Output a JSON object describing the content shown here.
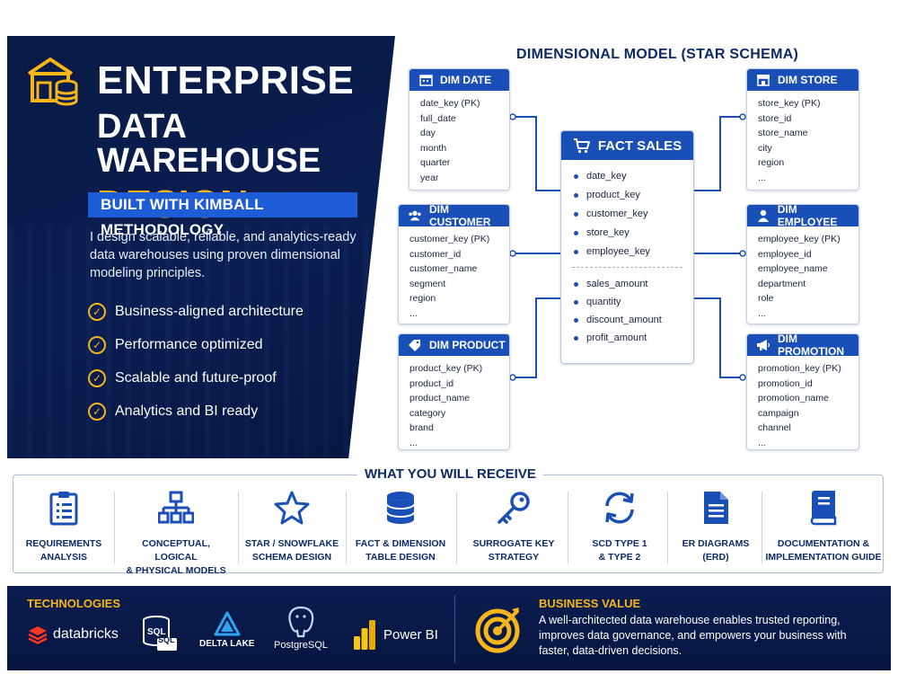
{
  "hero": {
    "title_line1": "ENTERPRISE",
    "title_line2": "DATA WAREHOUSE",
    "title_line3": "DESIGN",
    "subtitle": "BUILT WITH KIMBALL METHODOLOGY",
    "intro": "I design scalable, reliable, and analytics-ready data warehouses using proven dimensional modeling principles.",
    "bullets": [
      "Business-aligned architecture",
      "Performance optimized",
      "Scalable and future-proof",
      "Analytics and BI ready"
    ]
  },
  "schema": {
    "title": "DIMENSIONAL MODEL (STAR SCHEMA)",
    "fact": {
      "name": "FACT SALES",
      "keys": [
        "date_key",
        "product_key",
        "customer_key",
        "store_key",
        "employee_key"
      ],
      "measures": [
        "sales_amount",
        "quantity",
        "discount_amount",
        "profit_amount"
      ]
    },
    "dims": [
      {
        "name": "DIM DATE",
        "icon": "calendar-icon",
        "fields": [
          "date_key (PK)",
          "full_date",
          "day",
          "month",
          "quarter",
          "year"
        ]
      },
      {
        "name": "DIM CUSTOMER",
        "icon": "users-icon",
        "fields": [
          "customer_key (PK)",
          "customer_id",
          "customer_name",
          "segment",
          "region",
          "..."
        ]
      },
      {
        "name": "DIM PRODUCT",
        "icon": "tag-icon",
        "fields": [
          "product_key (PK)",
          "product_id",
          "product_name",
          "category",
          "brand",
          "..."
        ]
      },
      {
        "name": "DIM STORE",
        "icon": "store-icon",
        "fields": [
          "store_key (PK)",
          "store_id",
          "store_name",
          "city",
          "region",
          "..."
        ]
      },
      {
        "name": "DIM EMPLOYEE",
        "icon": "user-icon",
        "fields": [
          "employee_key (PK)",
          "employee_id",
          "employee_name",
          "department",
          "role",
          "..."
        ]
      },
      {
        "name": "DIM PROMOTION",
        "icon": "megaphone-icon",
        "fields": [
          "promotion_key (PK)",
          "promotion_id",
          "promotion_name",
          "campaign",
          "channel",
          "..."
        ]
      }
    ]
  },
  "receive": {
    "title": "WHAT YOU WILL RECEIVE",
    "items": [
      {
        "line1": "REQUIREMENTS",
        "line2": "ANALYSIS",
        "icon": "clipboard-icon"
      },
      {
        "line1": "CONCEPTUAL, LOGICAL",
        "line2": "& PHYSICAL MODELS",
        "icon": "hierarchy-icon"
      },
      {
        "line1": "STAR / SNOWFLAKE",
        "line2": "SCHEMA DESIGN",
        "icon": "star-icon"
      },
      {
        "line1": "FACT & DIMENSION",
        "line2": "TABLE DESIGN",
        "icon": "database-icon"
      },
      {
        "line1": "SURROGATE KEY",
        "line2": "STRATEGY",
        "icon": "key-icon"
      },
      {
        "line1": "SCD TYPE 1",
        "line2": "& TYPE 2",
        "icon": "sync-icon"
      },
      {
        "line1": "ER DIAGRAMS",
        "line2": "(ERD)",
        "icon": "document-icon"
      },
      {
        "line1": "DOCUMENTATION &",
        "line2": "IMPLEMENTATION GUIDE",
        "icon": "book-icon"
      }
    ]
  },
  "technologies": {
    "title": "TECHNOLOGIES",
    "items": [
      "databricks",
      "SQL",
      "DELTA LAKE",
      "PostgreSQL",
      "Power BI"
    ]
  },
  "business_value": {
    "title": "BUSINESS VALUE",
    "text": "A well-architected data warehouse enables trusted reporting, improves data governance, and empowers your business with faster, data-driven decisions."
  },
  "colors": {
    "navy": "#0b1e52",
    "accent_blue": "#1b4fb8",
    "gold": "#f5b51b"
  }
}
